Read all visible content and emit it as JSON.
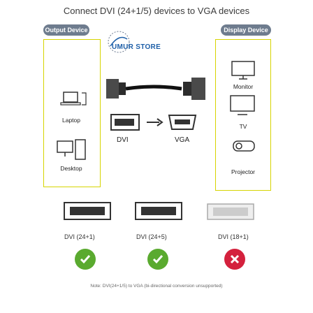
{
  "title": "Connect DVI (24+1/5) devices to VGA devices",
  "badges": {
    "output": "Output Device",
    "display": "Display Device"
  },
  "store": "UMUR STORE",
  "left_devices": [
    "Laptop",
    "Desktop"
  ],
  "right_devices": [
    "Monitor",
    "TV",
    "Projector"
  ],
  "connectors": {
    "from": "DVI",
    "to": "VGA"
  },
  "compat": [
    {
      "label": "DVI (24+1)",
      "status": "supported"
    },
    {
      "label": "DVI (24+5)",
      "status": "supported"
    },
    {
      "label": "DVI (18+1)",
      "status": "unsupported"
    }
  ],
  "colors": {
    "supported": "#5aaa2f",
    "unsupported": "#d4213d",
    "badge": "#6e7c8e",
    "panel_border": "#d6d400"
  },
  "note": "Note: DVI(24+1/5) to VGA (bi-directional conversion unsupported)"
}
